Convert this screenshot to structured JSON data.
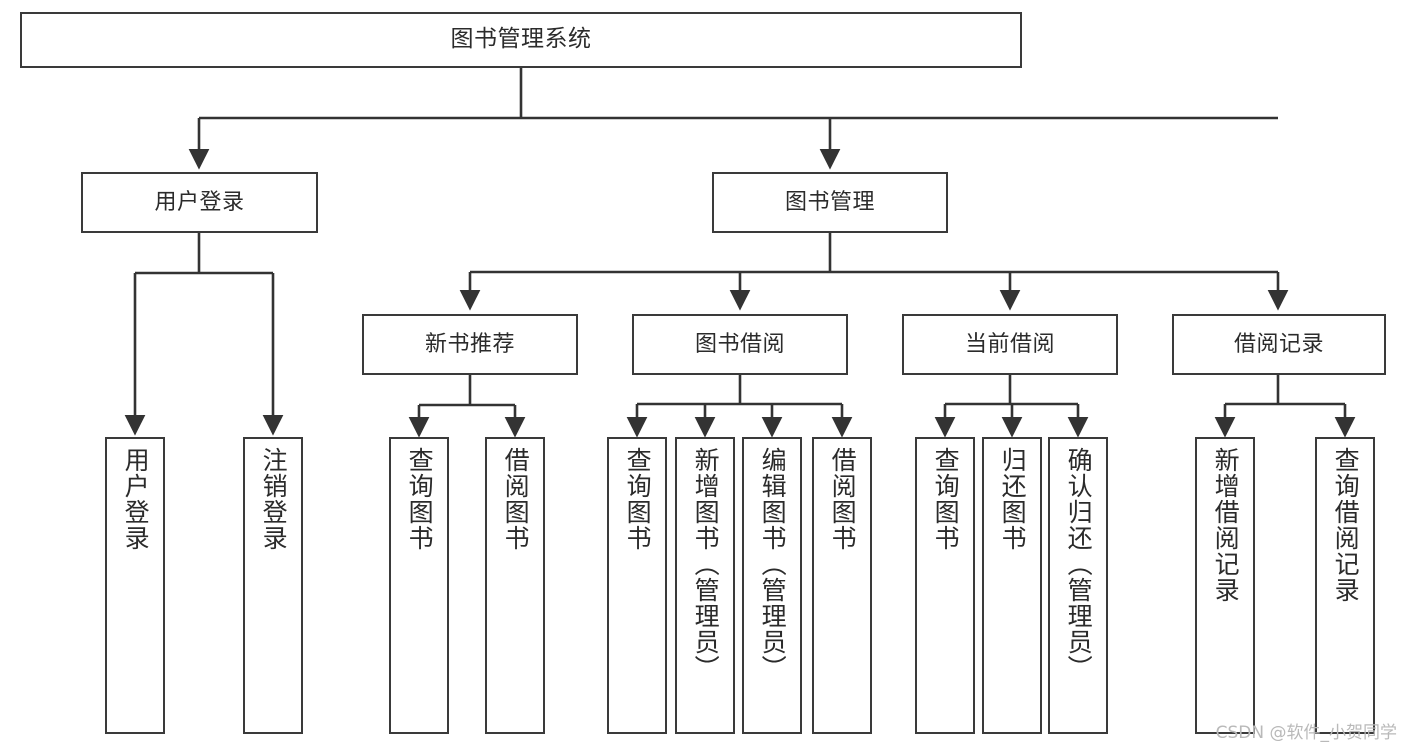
{
  "diagram": {
    "title": "图书管理系统",
    "watermark": "CSDN @软件_小贺同学",
    "colors": {
      "box_border": "#3a3a3a",
      "box_fill": "#ffffff",
      "connector": "#333333",
      "text": "#2b2b2b",
      "watermark": "#b9b9b9"
    },
    "root": {
      "label": "图书管理系统"
    },
    "level1": [
      {
        "label": "用户登录"
      },
      {
        "label": "图书管理"
      }
    ],
    "level2": [
      {
        "label": "新书推荐"
      },
      {
        "label": "图书借阅"
      },
      {
        "label": "当前借阅"
      },
      {
        "label": "借阅记录"
      }
    ],
    "leaves": {
      "user_login": [
        {
          "label": "用户登录"
        },
        {
          "label": "注销登录"
        }
      ],
      "new_book": [
        {
          "label": "查询图书"
        },
        {
          "label": "借阅图书"
        }
      ],
      "book_borrow": [
        {
          "label": "查询图书"
        },
        {
          "label": "新增图书（管理员）"
        },
        {
          "label": "编辑图书（管理员）"
        },
        {
          "label": "借阅图书"
        }
      ],
      "current_borrow": [
        {
          "label": "查询图书"
        },
        {
          "label": "归还图书"
        },
        {
          "label": "确认归还（管理员）"
        }
      ],
      "borrow_record": [
        {
          "label": "新增借阅记录"
        },
        {
          "label": "查询借阅记录"
        }
      ]
    }
  }
}
